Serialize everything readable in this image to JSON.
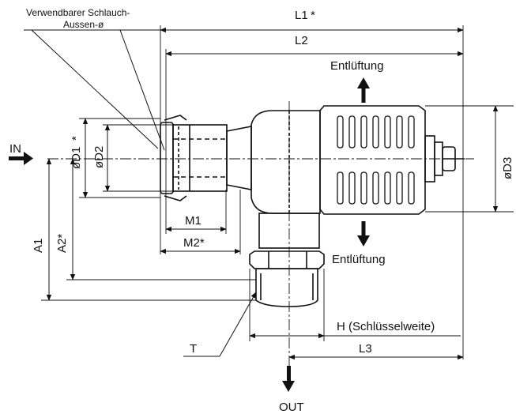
{
  "labels": {
    "tube_od_line1": "Verwendbarer Schlauch-",
    "tube_od_line2": "Aussen-ø",
    "L1": "L1",
    "L1_mark": "*",
    "L2": "L2",
    "vent_top": "Entlüftung",
    "vent_bottom": "Entlüftung",
    "IN": "IN",
    "OUT": "OUT",
    "D1": "øD1",
    "D1_mark": "*",
    "D2": "øD2",
    "D3": "øD3",
    "M1": "M1",
    "M2": "M2*",
    "A1": "A1",
    "A2": "A2*",
    "T": "T",
    "H": "H (Schlüsselweite)",
    "L3": "L3"
  },
  "colors": {
    "line": "#111111",
    "background": "#ffffff"
  }
}
